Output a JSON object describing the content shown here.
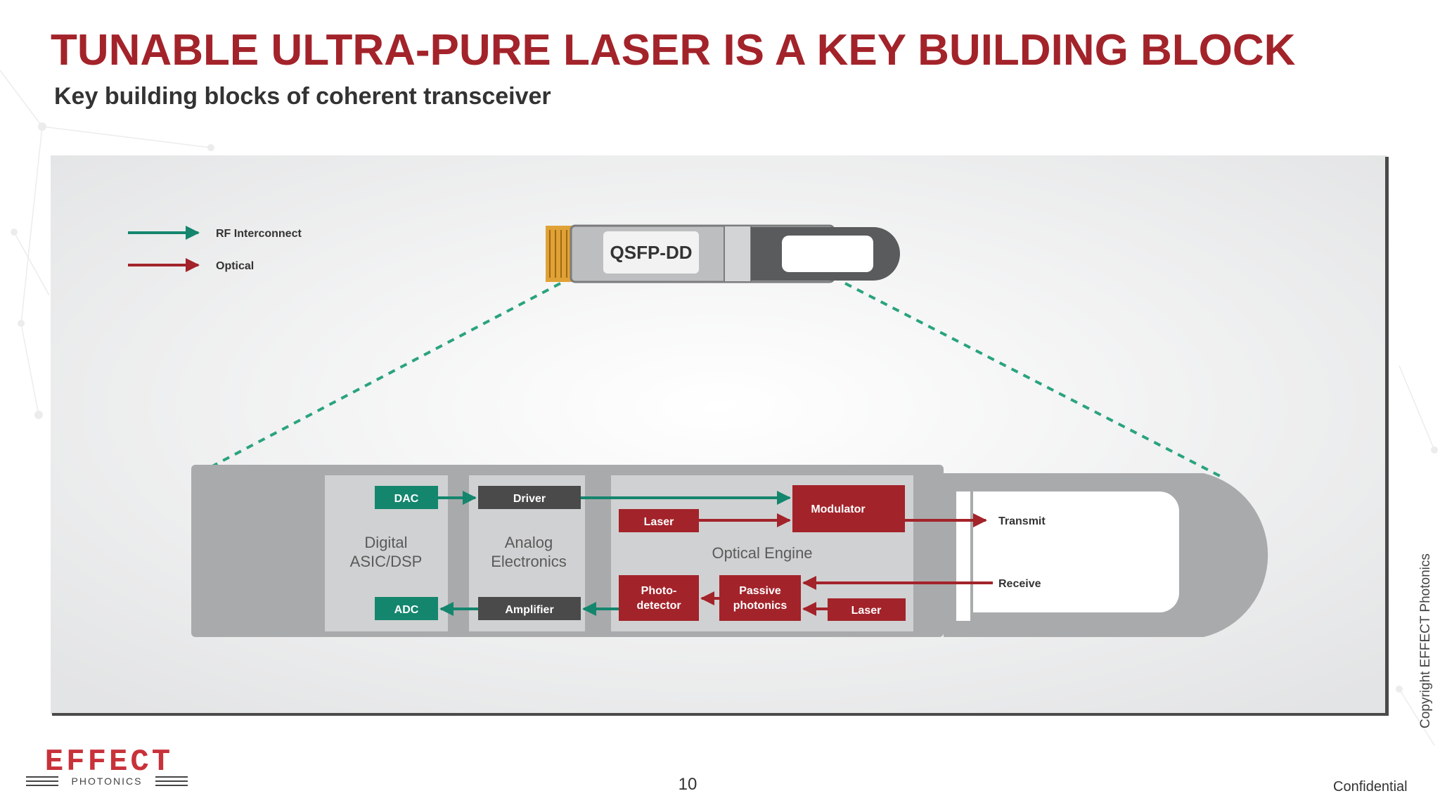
{
  "slide": {
    "title": "TUNABLE ULTRA-PURE LASER IS A KEY BUILDING BLOCK",
    "subtitle": "Key building blocks of coherent transceiver",
    "page_number": "10",
    "confidential": "Confidential",
    "copyright": "Copyright EFFECT Photonics"
  },
  "logo": {
    "name": "EFFECT",
    "tagline": "PHOTONICS"
  },
  "legend": {
    "rf": "RF Interconnect",
    "optical": "Optical"
  },
  "module": {
    "label": "QSFP-DD"
  },
  "blocks": {
    "digital": {
      "label_line1": "Digital",
      "label_line2": "ASIC/DSP"
    },
    "analog": {
      "label_line1": "Analog",
      "label_line2": "Electronics"
    },
    "optical_engine": {
      "label": "Optical Engine"
    },
    "dac": "DAC",
    "adc": "ADC",
    "driver": "Driver",
    "amplifier": "Amplifier",
    "laser_tx": "Laser",
    "modulator": "Modulator",
    "photodetector_line1": "Photo-",
    "photodetector_line2": "detector",
    "passive_line1": "Passive",
    "passive_line2": "photonics",
    "laser_rx": "Laser",
    "transmit": "Transmit",
    "receive": "Receive"
  },
  "colors": {
    "brand_red": "#a3232a",
    "teal": "#14866e",
    "dark_box": "#4a4a4a",
    "grey_module": "#a9aaab"
  }
}
